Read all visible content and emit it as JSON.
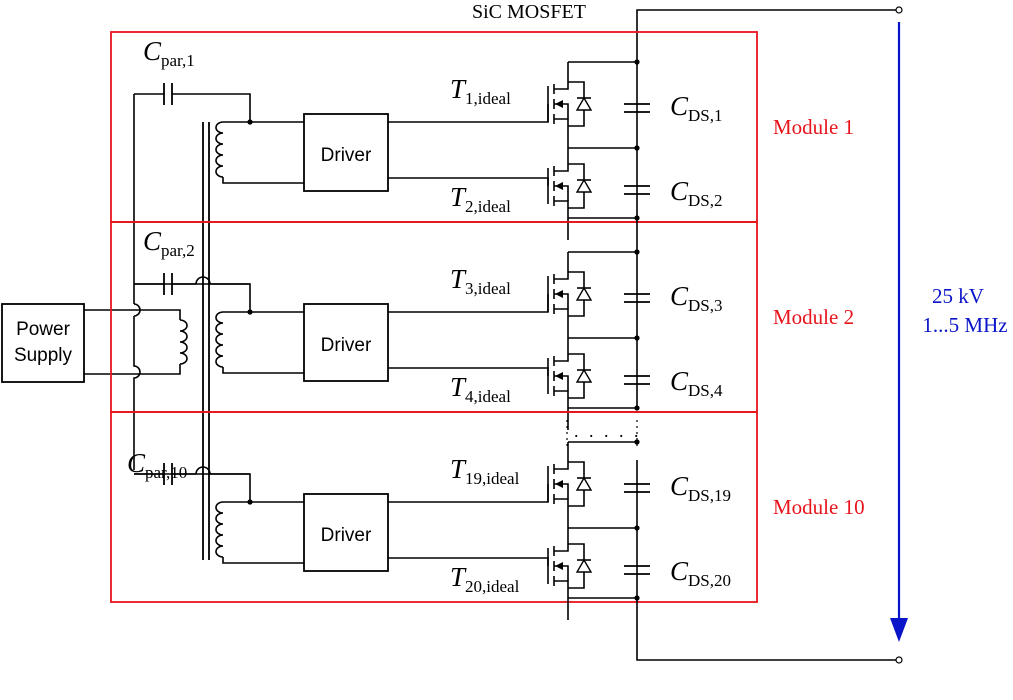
{
  "colors": {
    "module": "#e8141c",
    "source": "#0a14c8",
    "ink": "#000000"
  },
  "top_label": "SiC MOSFET",
  "power_supply": {
    "line1": "Power",
    "line2": "Supply"
  },
  "driver_label": "Driver",
  "modules": [
    {
      "label": "Module 1",
      "cpar_sub": "par,1",
      "t_top_sub": "1,ideal",
      "t_bot_sub": "2,ideal",
      "cds_top_sub": "DS,1",
      "cds_bot_sub": "DS,2"
    },
    {
      "label": "Module 2",
      "cpar_sub": "par,2",
      "t_top_sub": "3,ideal",
      "t_bot_sub": "4,ideal",
      "cds_top_sub": "DS,3",
      "cds_bot_sub": "DS,4"
    },
    {
      "label": "Module 10",
      "cpar_sub": "par,10",
      "t_top_sub": "19,ideal",
      "t_bot_sub": "20,ideal",
      "cds_top_sub": "DS,19",
      "cds_bot_sub": "DS,20"
    }
  ],
  "letters": {
    "cap": "C",
    "transistor": "T"
  },
  "source": {
    "voltage": "25 kV",
    "frequency": "1...5 MHz"
  },
  "ellipsis": ". . . . ."
}
